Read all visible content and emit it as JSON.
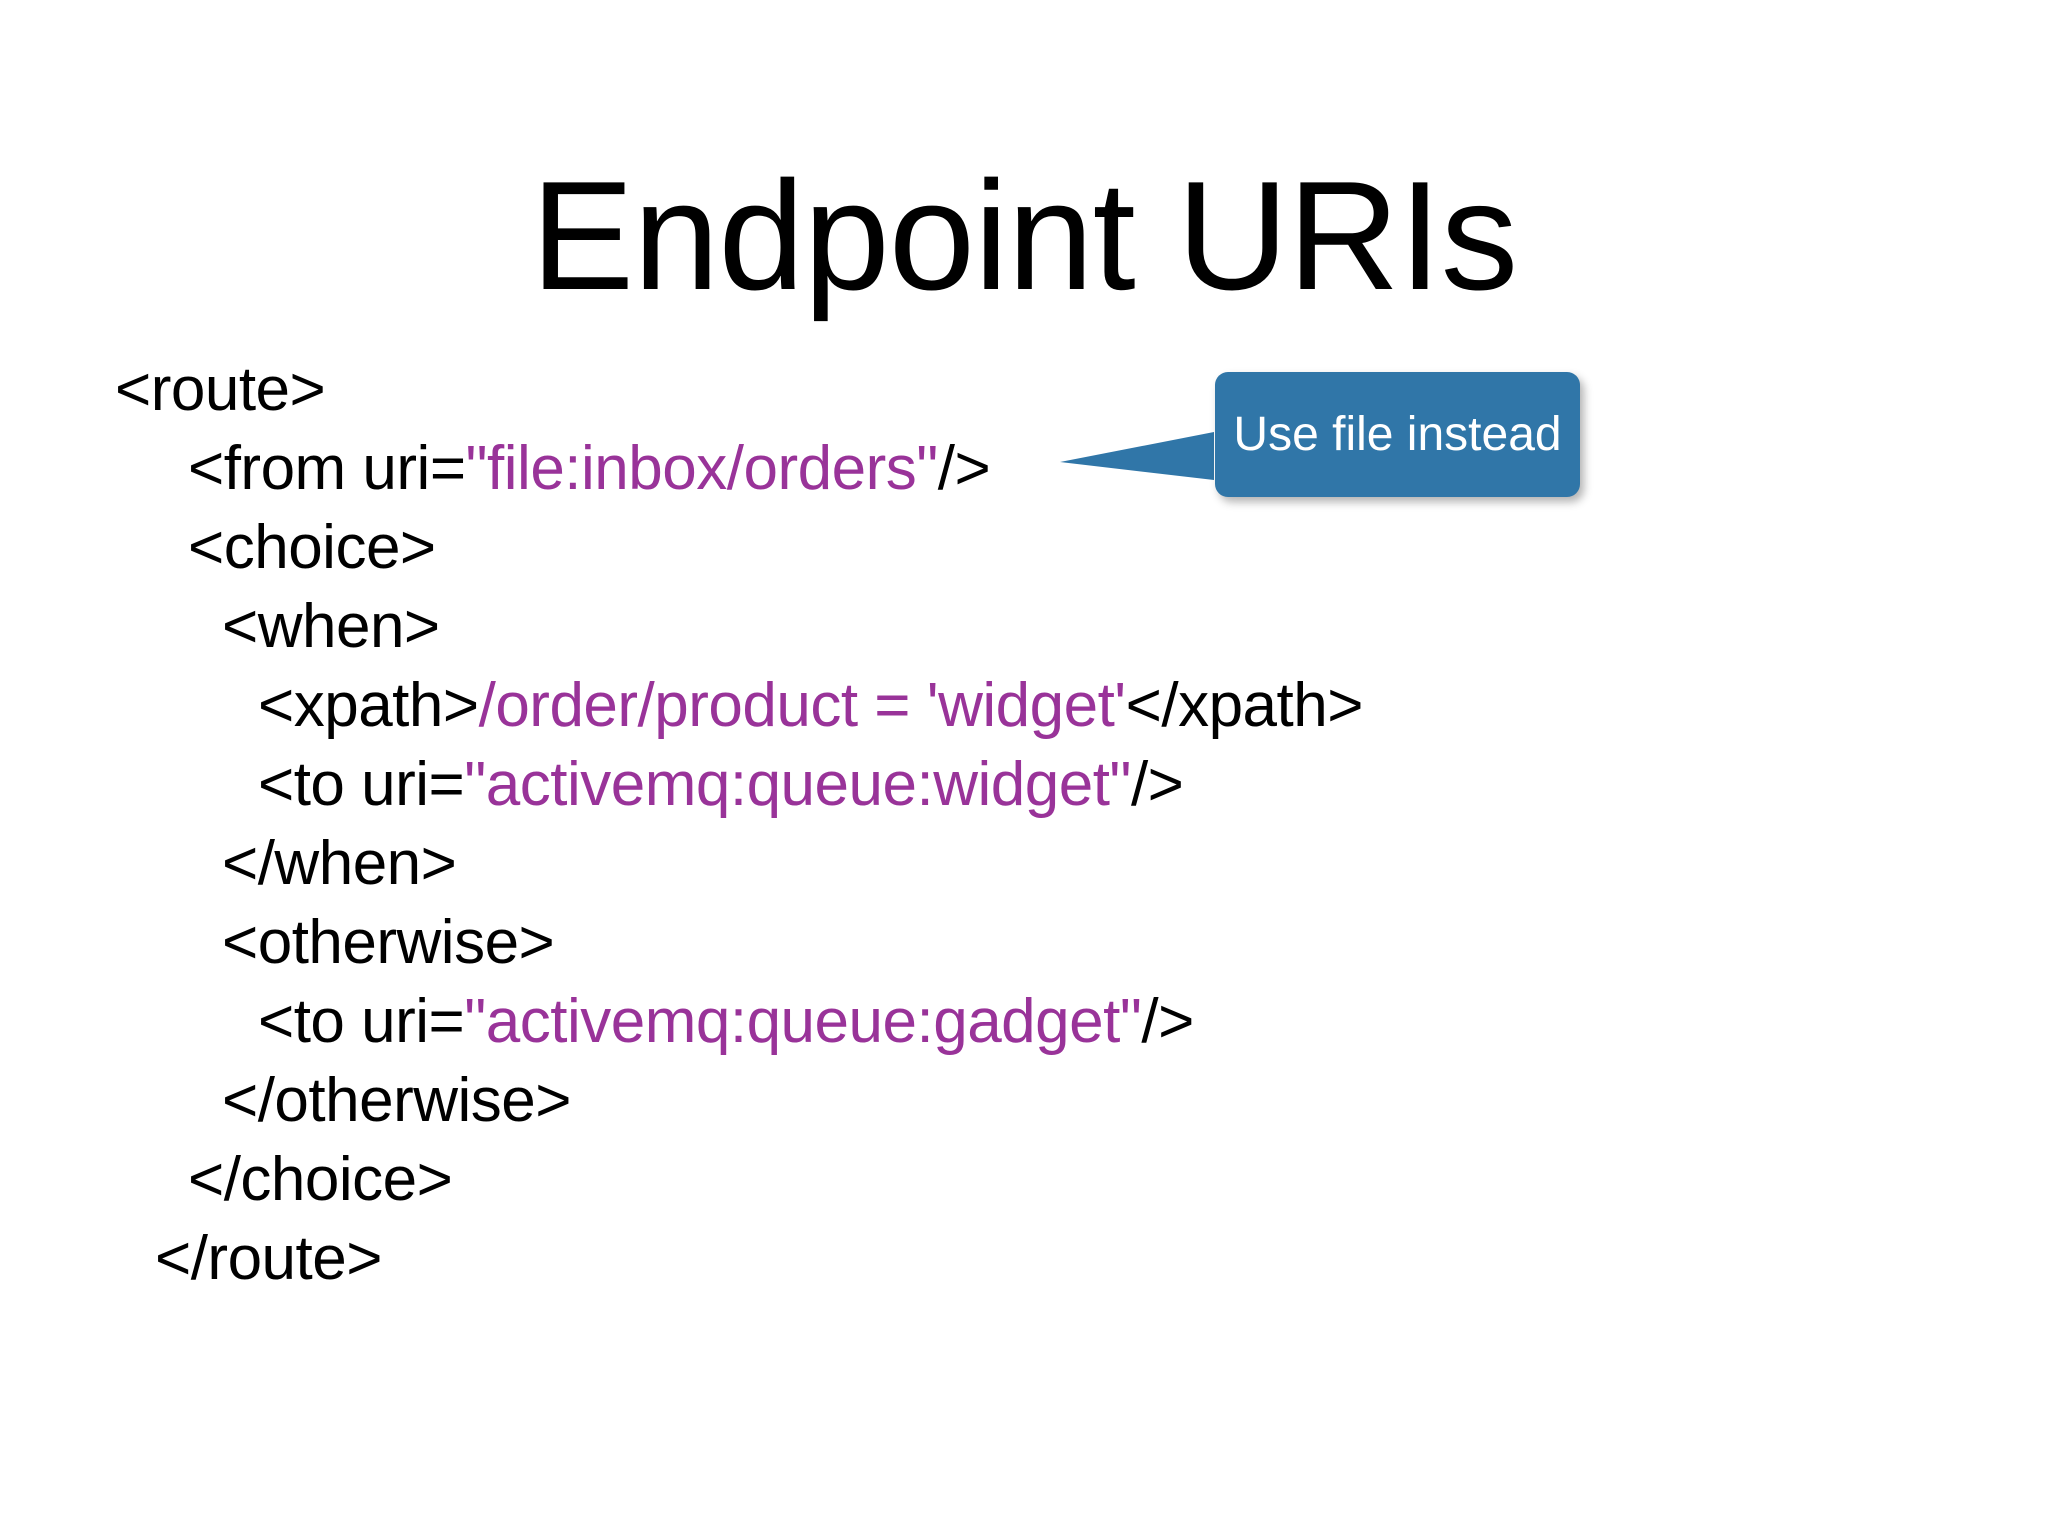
{
  "slide": {
    "title": "Endpoint URIs",
    "callout": {
      "text": "Use file instead",
      "bubble_color": "#3076A8",
      "text_color": "#FFFFFF",
      "points_at": "file:inbox/orders"
    },
    "colors": {
      "code": "#000000",
      "literal": "#993399",
      "background": "#FFFFFF"
    },
    "code_lines": [
      {
        "indent": 115,
        "segments": [
          {
            "t": "<route>",
            "c": "code"
          }
        ]
      },
      {
        "indent": 188,
        "segments": [
          {
            "t": "<from uri=",
            "c": "code"
          },
          {
            "t": "\"file:inbox/orders\"",
            "c": "literal"
          },
          {
            "t": "/>",
            "c": "code"
          }
        ]
      },
      {
        "indent": 188,
        "segments": [
          {
            "t": "<choice>",
            "c": "code"
          }
        ]
      },
      {
        "indent": 222,
        "segments": [
          {
            "t": "<when>",
            "c": "code"
          }
        ]
      },
      {
        "indent": 258,
        "segments": [
          {
            "t": "<xpath>",
            "c": "code"
          },
          {
            "t": "/order/product = 'widget'",
            "c": "literal"
          },
          {
            "t": "</xpath>",
            "c": "code"
          }
        ]
      },
      {
        "indent": 258,
        "segments": [
          {
            "t": "<to uri=",
            "c": "code"
          },
          {
            "t": "\"activemq:queue:widget\"",
            "c": "literal"
          },
          {
            "t": "/>",
            "c": "code"
          }
        ]
      },
      {
        "indent": 222,
        "segments": [
          {
            "t": "</when>",
            "c": "code"
          }
        ]
      },
      {
        "indent": 222,
        "segments": [
          {
            "t": "<otherwise>",
            "c": "code"
          }
        ]
      },
      {
        "indent": 258,
        "segments": [
          {
            "t": "<to uri=",
            "c": "code"
          },
          {
            "t": "\"activemq:queue:gadget\"",
            "c": "literal"
          },
          {
            "t": "/>",
            "c": "code"
          }
        ]
      },
      {
        "indent": 222,
        "segments": [
          {
            "t": "</otherwise>",
            "c": "code"
          }
        ]
      },
      {
        "indent": 188,
        "segments": [
          {
            "t": "</choice>",
            "c": "code"
          }
        ]
      },
      {
        "indent": 155,
        "segments": [
          {
            "t": "</route>",
            "c": "code"
          }
        ]
      }
    ]
  }
}
